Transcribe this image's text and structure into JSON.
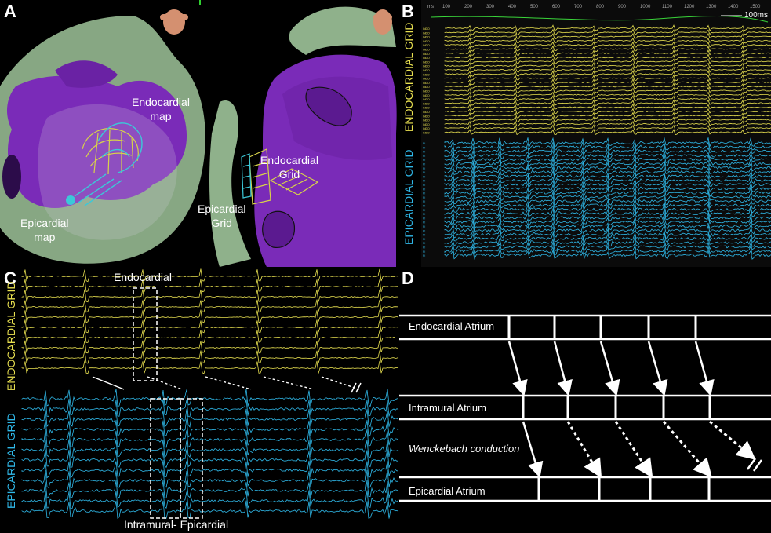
{
  "panels": {
    "a": {
      "letter": "A"
    },
    "b": {
      "letter": "B"
    },
    "c": {
      "letter": "C"
    },
    "d": {
      "letter": "D"
    }
  },
  "panel_a": {
    "labels": {
      "endocardial_map": "Endocardial\nmap",
      "epicardial_map": "Epicardial\nmap",
      "endocardial_grid": "Endocardial\nGrid",
      "epicardial_grid": "Epicardial\nGrid"
    },
    "colors": {
      "endo": "#7a2bb8",
      "epi": "#9fc49a",
      "catheter_endo": "#d8d24a",
      "catheter_epi": "#3cc8d8"
    }
  },
  "panel_b": {
    "endo_axis_label": "ENDOCARDIAL GRID",
    "epi_axis_label": "EPICARDIAL GRID",
    "scale_bar": "100ms",
    "time_axis_unit": "ms",
    "time_ticks": [
      "100",
      "200",
      "300",
      "400",
      "500",
      "600",
      "700",
      "800",
      "900",
      "1000",
      "1100",
      "1200",
      "1300",
      "1400",
      "1500"
    ],
    "colors": {
      "endo": "#e8e050",
      "epi": "#2fb8e8"
    }
  },
  "panel_c": {
    "endo_axis_label": "ENDOCARDIAL GRID",
    "epi_axis_label": "EPICARDIAL GRID",
    "top_annotation": "Endocardial",
    "bottom_annotation": "Intramural- Epicardial",
    "colors": {
      "endo": "#e8e050",
      "epi": "#2fb8e8"
    }
  },
  "panel_d": {
    "rows": [
      {
        "label": "Endocardial Atrium"
      },
      {
        "label": "Intramural Atrium"
      },
      {
        "label": "Wenckebach conduction"
      },
      {
        "label": "Epicardial Atrium"
      }
    ]
  }
}
